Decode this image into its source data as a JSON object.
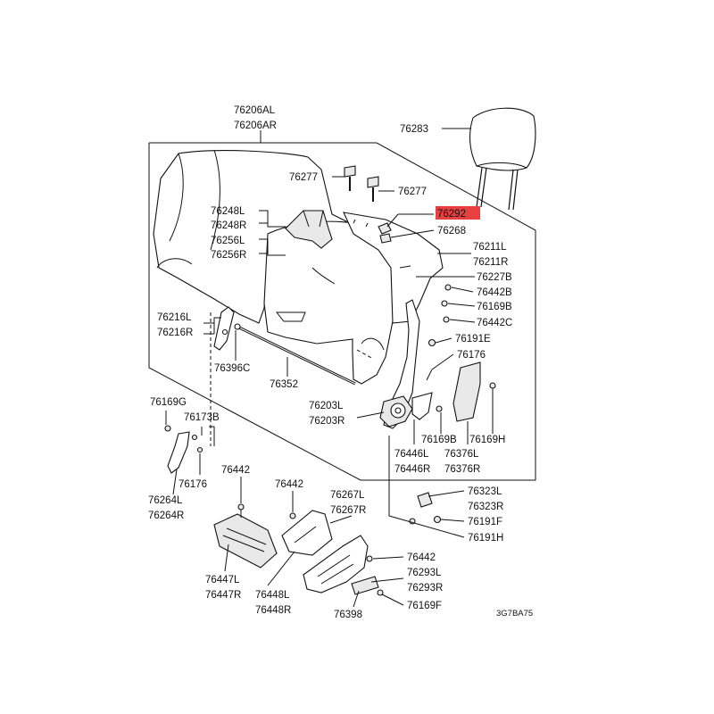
{
  "diagram": {
    "labels": {
      "76206AL": "76206AL",
      "76206AR": "76206AR",
      "76283": "76283",
      "76277_a": "76277",
      "76277_b": "76277",
      "76292": "76292",
      "76268": "76268",
      "76248L": "76248L",
      "76248R": "76248R",
      "76256L": "76256L",
      "76256R": "76256R",
      "76211L": "76211L",
      "76211R": "76211R",
      "76227B": "76227B",
      "76442B": "76442B",
      "76169B_a": "76169B",
      "76442C": "76442C",
      "76216L": "76216L",
      "76216R": "76216R",
      "76396C": "76396C",
      "76191E": "76191E",
      "76176_a": "76176",
      "76352": "76352",
      "76203L": "76203L",
      "76203R": "76203R",
      "76169G": "76169G",
      "76173B": "76173B",
      "76169B_b": "76169B",
      "76169H": "76169H",
      "76446L": "76446L",
      "76446R": "76446R",
      "76376L": "76376L",
      "76376R": "76376R",
      "76176_b": "76176",
      "76264L": "76264L",
      "76264R": "76264R",
      "76442_a": "76442",
      "76442_b": "76442",
      "76267L": "76267L",
      "76267R": "76267R",
      "76323L": "76323L",
      "76323R": "76323R",
      "76191F": "76191F",
      "76191H": "76191H",
      "76442_c": "76442",
      "76293L": "76293L",
      "76293R": "76293R",
      "76447L": "76447L",
      "76447R": "76447R",
      "76448L": "76448L",
      "76448R": "76448R",
      "76398": "76398",
      "76169F": "76169F",
      "code": "3G7BA75"
    },
    "highlight_color": "#e84040"
  }
}
